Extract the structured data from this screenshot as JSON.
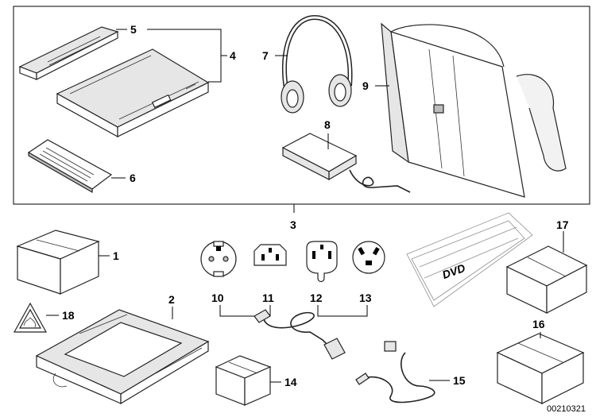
{
  "callouts": {
    "c1": "1",
    "c2": "2",
    "c3": "3",
    "c4": "4",
    "c5": "5",
    "c6": "6",
    "c7": "7",
    "c8": "8",
    "c9": "9",
    "c10": "10",
    "c11": "11",
    "c12": "12",
    "c13": "13",
    "c14": "14",
    "c15": "15",
    "c16": "16",
    "c17": "17",
    "c18": "18"
  },
  "dvd_label": "DVD",
  "reference_number": "00210321"
}
